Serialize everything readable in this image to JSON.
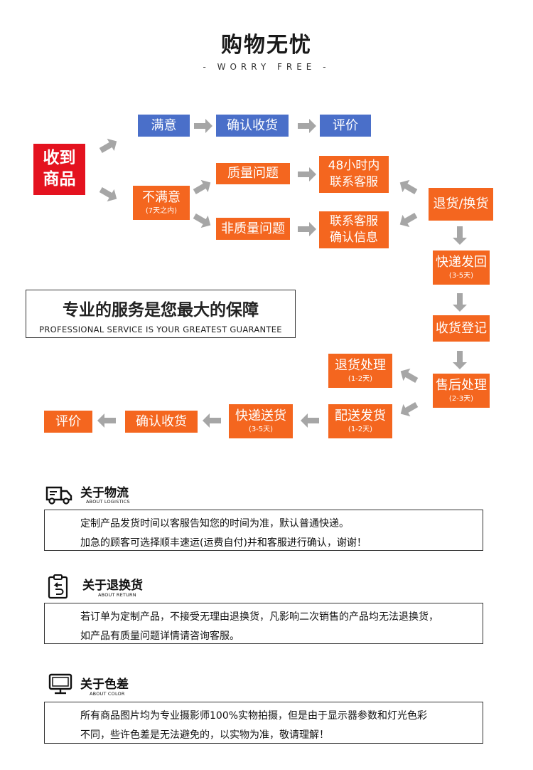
{
  "header": {
    "title": "购物无忧",
    "subtitle": "- WORRY FREE -"
  },
  "flow": {
    "start": "收到商品",
    "satisfied": "满意",
    "confirm_receipt": "确认收货",
    "review": "评价",
    "unsatisfied": "不满意",
    "unsatisfied_sub": "(7天之内)",
    "quality_issue": "质量问题",
    "non_quality_issue": "非质量问题",
    "contact_48h_line1": "48小时内",
    "contact_48h_line2": "联系客服",
    "contact_confirm_line1": "联系客服",
    "contact_confirm_line2": "确认信息",
    "return_exchange": "退货/换货",
    "express_back": "快递发回",
    "express_back_sub": "(3-5天)",
    "receipt_register": "收货登记",
    "after_sale": "售后处理",
    "after_sale_sub": "(2-3天)",
    "refund_process": "退货处理",
    "refund_process_sub": "(1-2天)",
    "ship_out": "配送发货",
    "ship_out_sub": "(1-2天)",
    "express_delivery": "快递送货",
    "express_delivery_sub": "(3-5天)",
    "final_confirm": "确认收货",
    "final_review": "评价"
  },
  "slogan": {
    "cn": "专业的服务是您最大的保障",
    "en": "PROFESSIONAL SERVICE IS YOUR GREATEST GUARANTEE"
  },
  "sections": [
    {
      "icon": "truck-icon",
      "title": "关于物流",
      "subtitle": "ABOUT LOGISTICS",
      "line1": "定制产品发货时间以客服告知您的时间为准，默认普通快递。",
      "line2": "加急的顾客可选择顺丰速运(运费自付)并和客服进行确认，谢谢！"
    },
    {
      "icon": "return-clipboard-icon",
      "title": "关于退换货",
      "subtitle": "ABOUT RETURN",
      "line1": "若订单为定制产品，不接受无理由退换货，凡影响二次销售的产品均无法退换货，",
      "line2": "如产品有质量问题详情请咨询客服。"
    },
    {
      "icon": "monitor-icon",
      "title": "关于色差",
      "subtitle": "ABOUT COLOR",
      "line1": "所有商品图片均为专业摄影师100%实物拍摄，但是由于显示器参数和灯光色彩",
      "line2": "不同，些许色差是无法避免的，以实物为准，敬请理解！"
    }
  ],
  "colors": {
    "blue": "#4a6fc9",
    "orange": "#f4661f",
    "red": "#e4121f",
    "arrow": "#a6a6a6"
  }
}
